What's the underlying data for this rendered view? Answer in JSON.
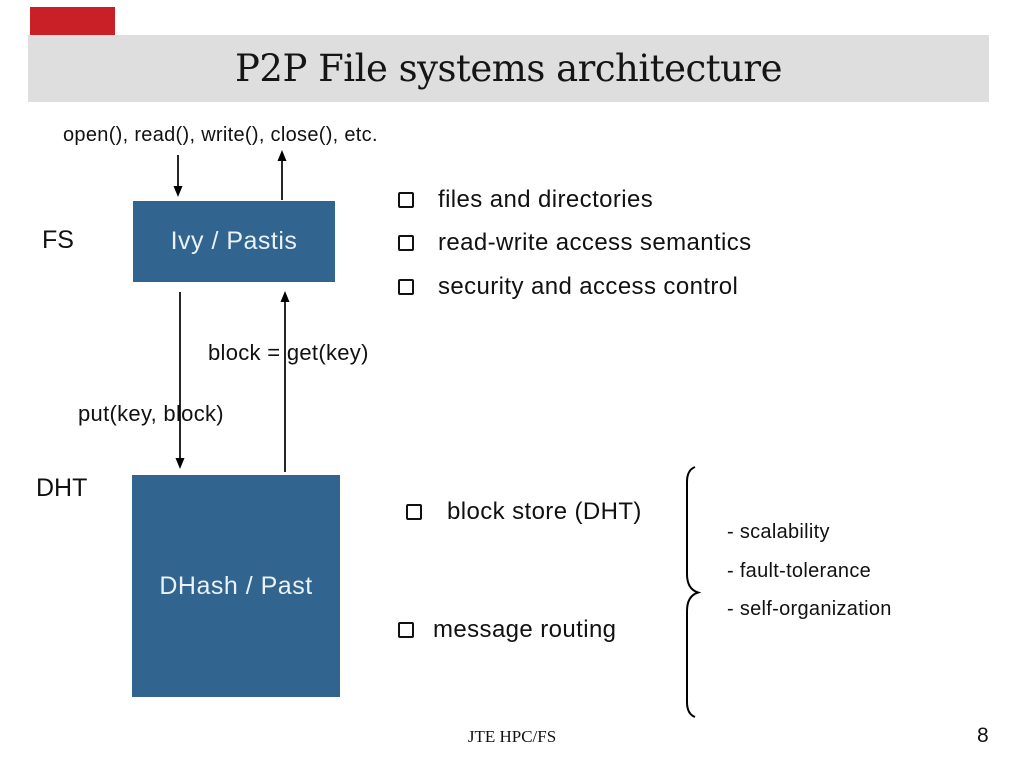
{
  "badge": {
    "color": "#c92028"
  },
  "title": {
    "text": "P2P File systems architecture",
    "bg_color": "#dedede"
  },
  "api_label": "open(), read(), write(), close(), etc.",
  "fs_layer": {
    "label": "FS",
    "box_label": "Ivy / Pastis"
  },
  "dht_layer": {
    "label": "DHT",
    "box_label": "DHash / Past"
  },
  "fs_bullets": [
    "files and directories",
    "read-write access semantics",
    "security and access control"
  ],
  "dht_bullets": [
    "block store (DHT)",
    "message routing"
  ],
  "edges": {
    "put": "put(key, block)",
    "get": "block = get(key)"
  },
  "properties": [
    "- scalability",
    "- fault-tolerance",
    "- self-organization"
  ],
  "footer": {
    "text": "JTE HPC/FS",
    "page_number": "8"
  },
  "colors": {
    "box_blue": "#31648f",
    "title_gray": "#dedede",
    "badge_red": "#c92028",
    "text": "#111111"
  }
}
